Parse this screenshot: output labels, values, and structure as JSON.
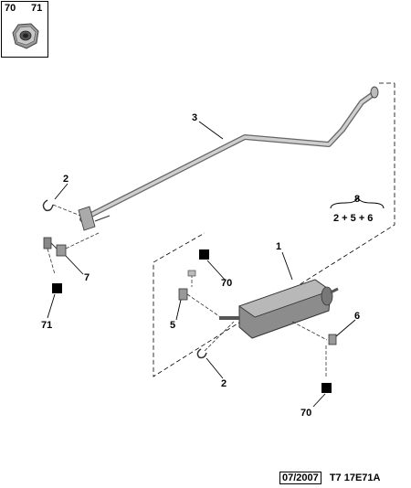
{
  "inset": {
    "labels": [
      "70",
      "71"
    ]
  },
  "callouts": {
    "c3": "3",
    "c2a": "2",
    "c7": "7",
    "c71": "71",
    "c1": "1",
    "c70a": "70",
    "c5": "5",
    "c2b": "2",
    "c6": "6",
    "c70b": "70",
    "c8": "8",
    "c8_sub": "2 + 5 + 6"
  },
  "footer": {
    "date": "07/2007",
    "ref": "T7 17E71A"
  }
}
